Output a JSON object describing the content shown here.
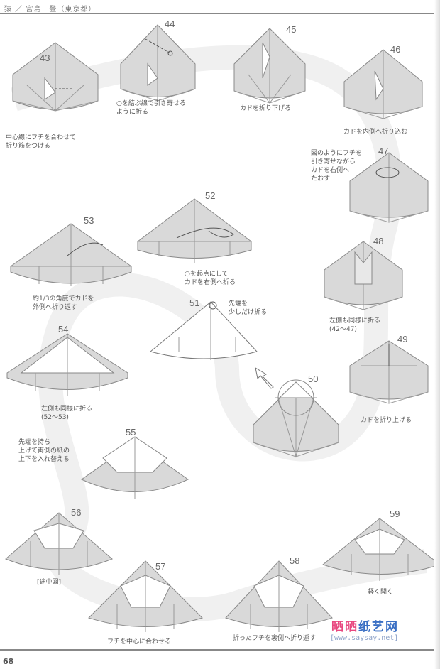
{
  "header": {
    "title": "猿 ／ 宮島　登（東京都）"
  },
  "page_number": "68",
  "watermark": {
    "name_pink": "晒晒",
    "name_blue": "纸艺网",
    "url": "[www.saysay.net]"
  },
  "colors": {
    "paper": "#d9d9d9",
    "line": "#8a8a8a",
    "path": "#eeeeee",
    "wm_pink": "#e8477f",
    "wm_blue": "#3a6fc4"
  },
  "steps": [
    {
      "num": "43",
      "caption": "中心線にフチを合わせて\n折り筋をつける"
    },
    {
      "num": "44",
      "caption": "○を結ぶ線で引き寄せる\nように折る"
    },
    {
      "num": "45",
      "caption": "カドを折り下げる"
    },
    {
      "num": "46",
      "caption": "カドを内側へ折り込む"
    },
    {
      "num": "47",
      "caption": "図のようにフチを\n引き寄せながら\nカドを右側へ\nたおす"
    },
    {
      "num": "48",
      "caption": "左側も同様に折る\n(42〜47)"
    },
    {
      "num": "49",
      "caption": "カドを折り上げる"
    },
    {
      "num": "50",
      "caption": ""
    },
    {
      "num": "51",
      "caption": "先端を\n少しだけ折る"
    },
    {
      "num": "52",
      "caption": "○を起点にして\nカドを右側へ折る"
    },
    {
      "num": "53",
      "caption": "約1/3の角度でカドを\n外側へ折り返す"
    },
    {
      "num": "54",
      "caption": "左側も同様に折る\n(52〜53)"
    },
    {
      "num": "55",
      "caption": "先端を持ち\n上げて両側の紙の\n上下を入れ替える"
    },
    {
      "num": "56",
      "caption": "[途中図]"
    },
    {
      "num": "57",
      "caption": "フチを中心に合わせる"
    },
    {
      "num": "58",
      "caption": "折ったフチを裏側へ折り返す"
    },
    {
      "num": "59",
      "caption": "軽く開く"
    }
  ]
}
